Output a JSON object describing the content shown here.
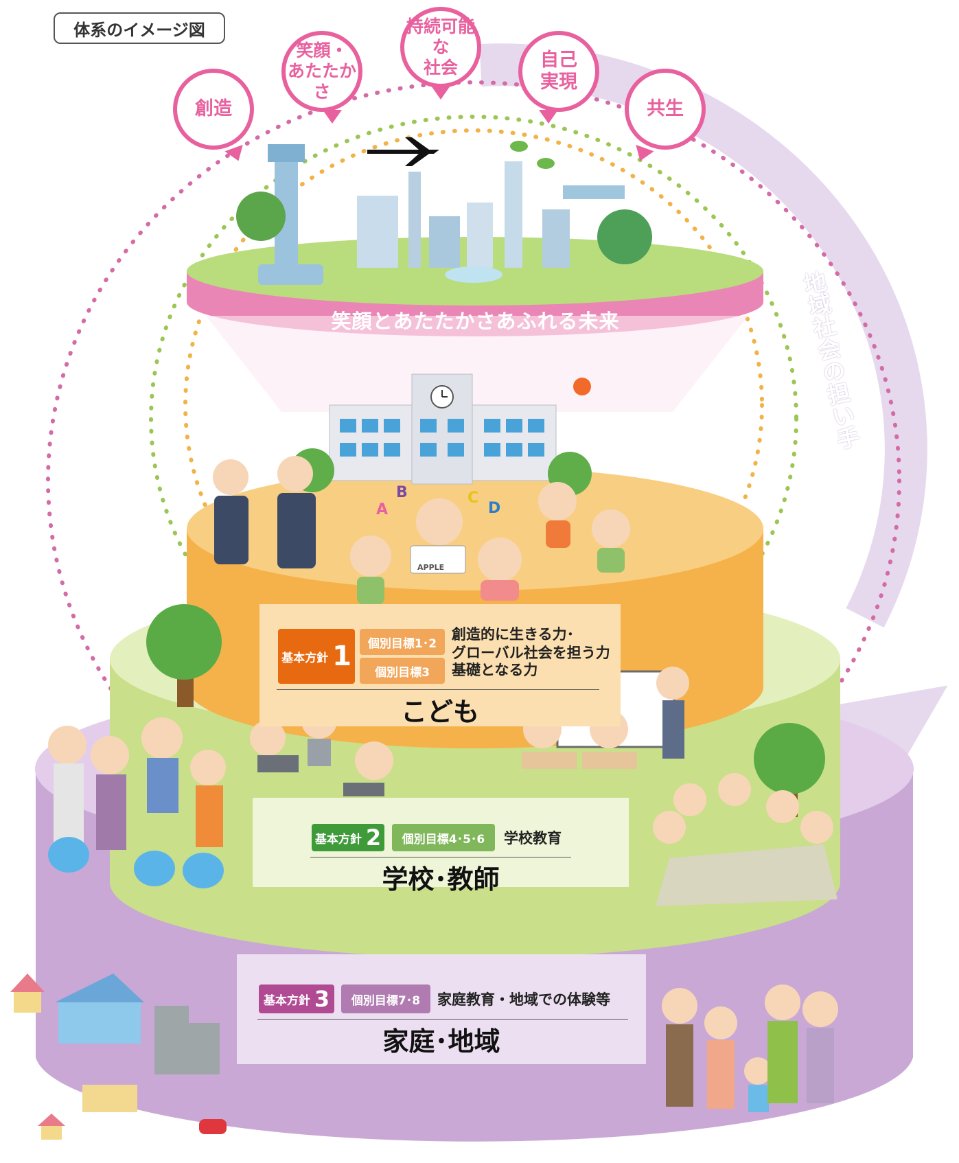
{
  "title": "体系のイメージ図",
  "values": [
    {
      "label": "創造"
    },
    {
      "label": "笑顔・\nあたたかさ"
    },
    {
      "label": "持続可能な\n社会"
    },
    {
      "label": "自己\n実現"
    },
    {
      "label": "共生"
    }
  ],
  "future_banner": "笑顔とあたたかさあふれる未来",
  "side_arrow_label": "地域社会の担い手",
  "tiers": {
    "kodomo": {
      "policy_label": "基本方針",
      "policy_number": "1",
      "goal_a": "個別目標1･2",
      "desc_a": "創造的に生きる力･\nグローバル社会を担う力",
      "goal_b": "個別目標3",
      "desc_b": "基礎となる力",
      "name": "こども"
    },
    "gakko": {
      "policy_label": "基本方針",
      "policy_number": "2",
      "goal": "個別目標4･5･6",
      "desc": "学校教育",
      "name": "学校･教師"
    },
    "katei": {
      "policy_label": "基本方針",
      "policy_number": "3",
      "goal": "個別目標7･8",
      "desc": "家庭教育・地域での体験等",
      "name": "家庭･地域"
    }
  },
  "illustration_text": {
    "letters": [
      "A",
      "B",
      "C",
      "D"
    ],
    "card": "APPLE"
  },
  "colors": {
    "pink": "#e8619e",
    "kodomo": "#f5b24a",
    "kodomo_tag": "#e86a10",
    "kodomo_goal": "#f2a65a",
    "gakko": "#c9df8a",
    "gakko_tag": "#3f9a3a",
    "gakko_goal": "#7fb75a",
    "katei": "#c9a8d6",
    "katei_tag": "#b04a93",
    "katei_goal": "#b07bb0",
    "arrow": "#d9c6e4"
  }
}
